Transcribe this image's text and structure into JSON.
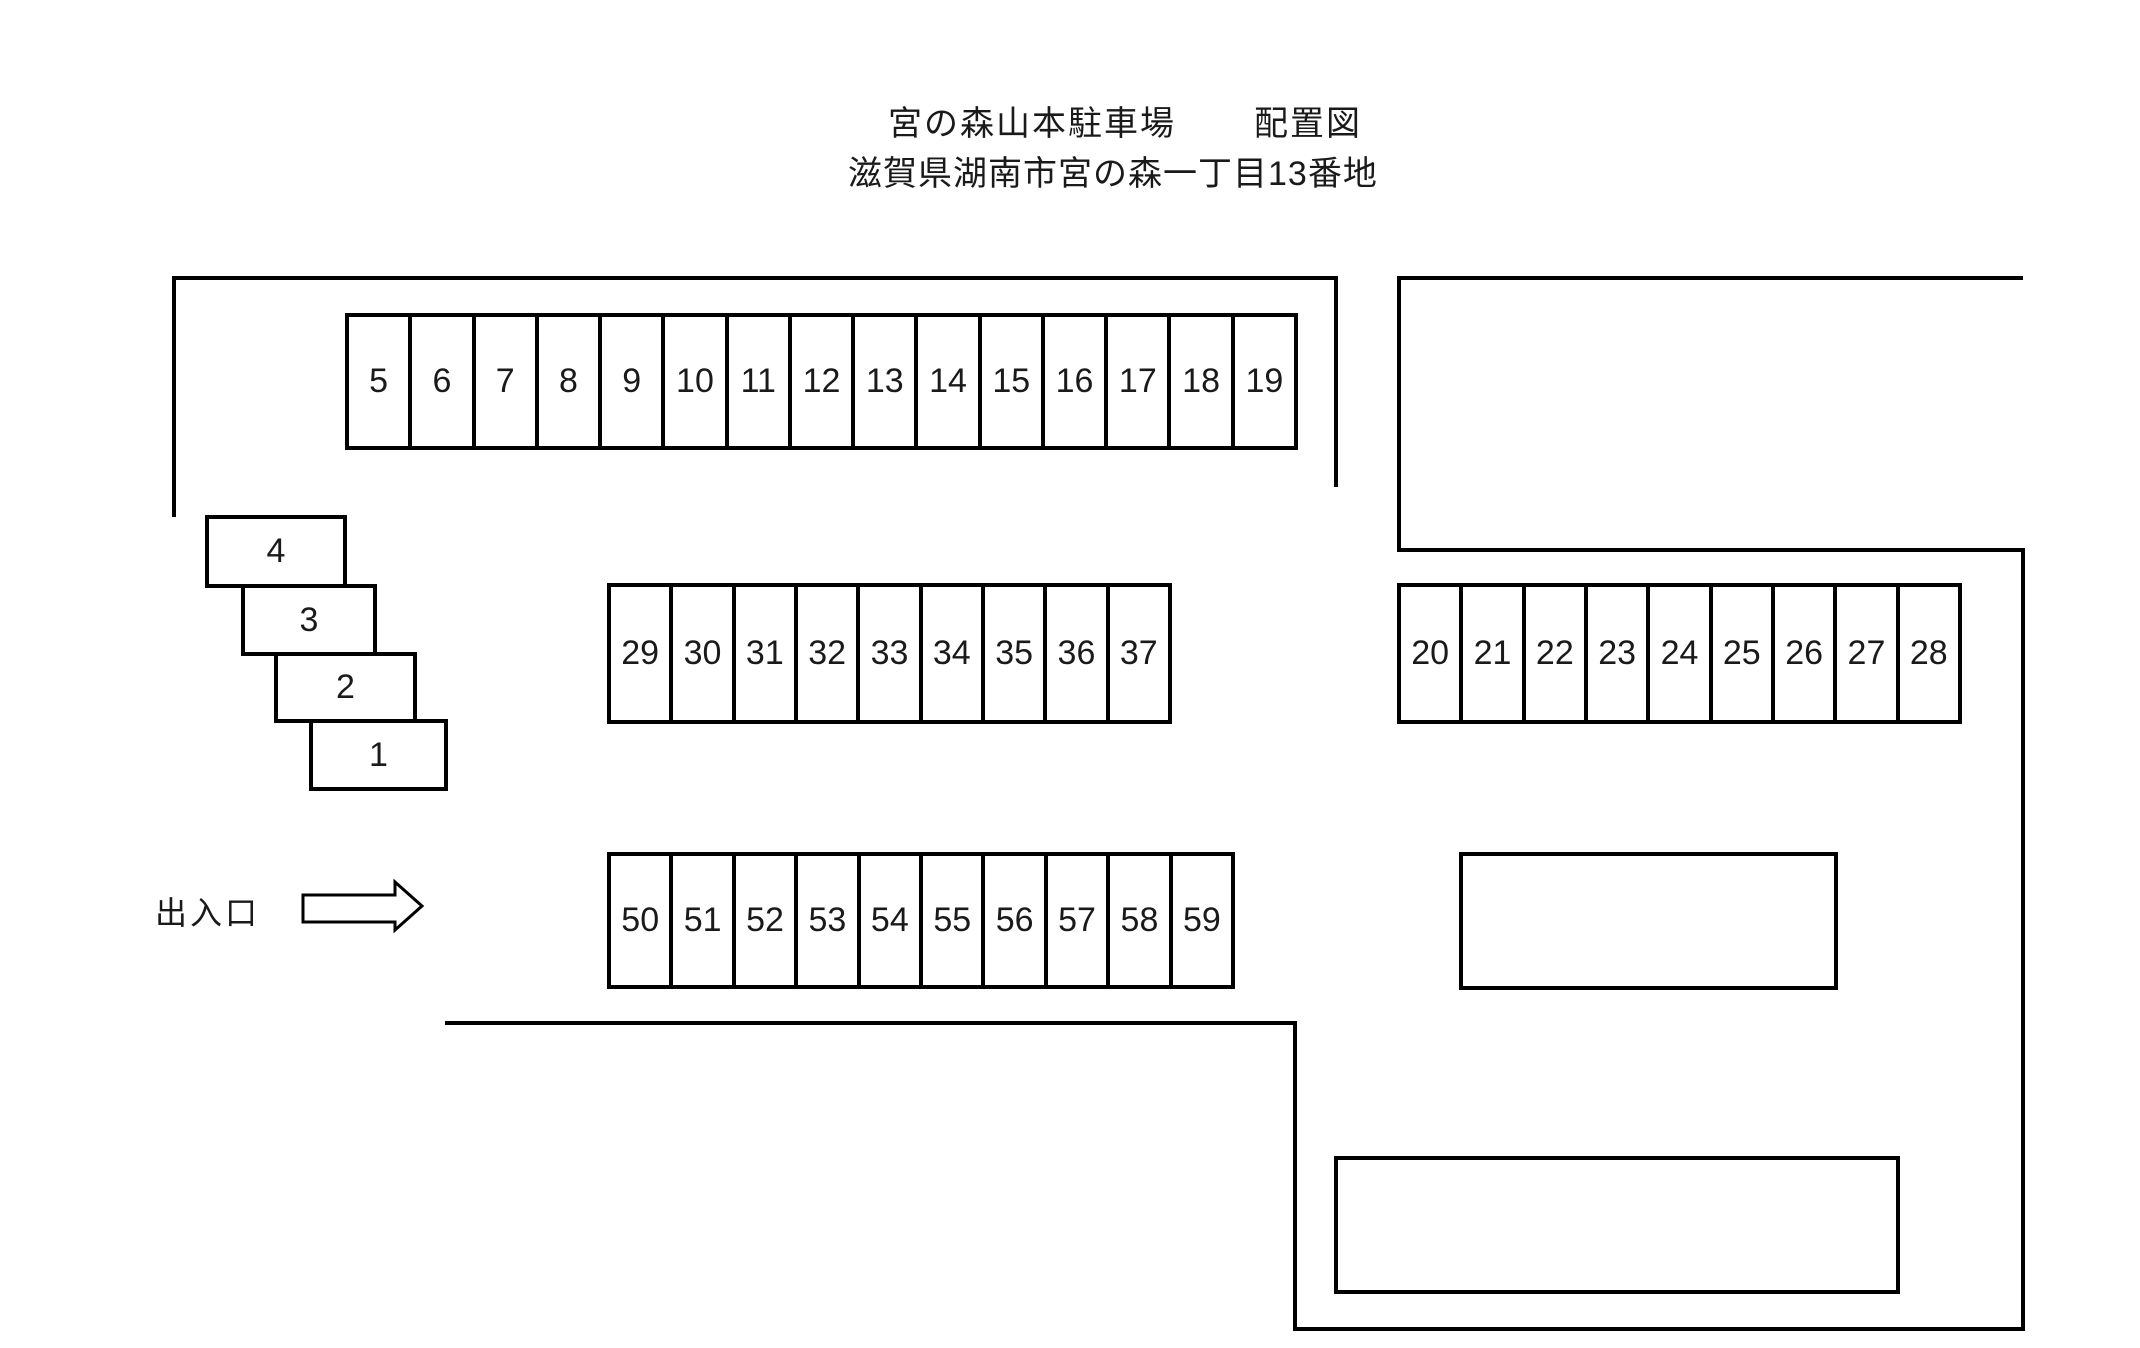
{
  "header": {
    "title_main": "宮の森山本駐車場",
    "title_sub": "配置図",
    "address": "滋賀県湖南市宮の森一丁目13番地"
  },
  "entrance": {
    "label": "出入口"
  },
  "parking_rows": {
    "top": [
      "5",
      "6",
      "7",
      "8",
      "9",
      "10",
      "11",
      "12",
      "13",
      "14",
      "15",
      "16",
      "17",
      "18",
      "19"
    ],
    "middle": [
      "29",
      "30",
      "31",
      "32",
      "33",
      "34",
      "35",
      "36",
      "37"
    ],
    "right": [
      "20",
      "21",
      "22",
      "23",
      "24",
      "25",
      "26",
      "27",
      "28"
    ],
    "bottom": [
      "50",
      "51",
      "52",
      "53",
      "54",
      "55",
      "56",
      "57",
      "58",
      "59"
    ],
    "stairs": [
      "4",
      "3",
      "2",
      "1"
    ]
  },
  "colors": {
    "line": "#000000",
    "background": "#ffffff",
    "text": "#1a1a1a"
  }
}
